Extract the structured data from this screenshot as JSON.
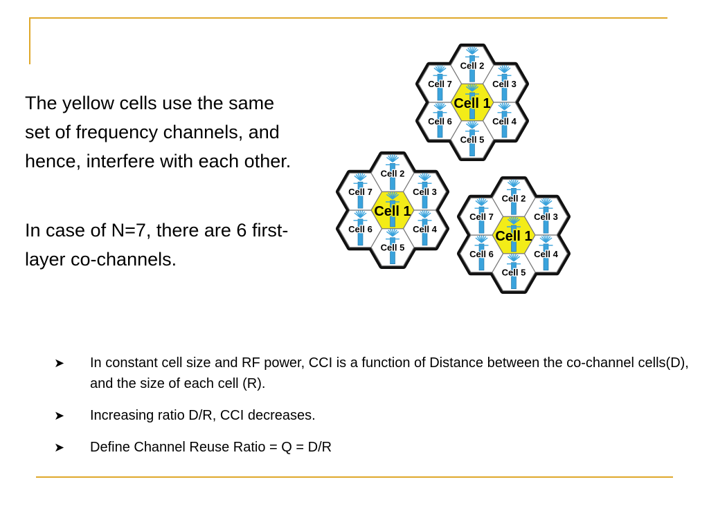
{
  "left_text": {
    "paragraph_1": "The yellow cells use the same set of frequency channels, and hence, interfere with each other.",
    "paragraph_2": "In case of N=7, there are 6 first-layer co-channels."
  },
  "bullets": [
    {
      "text": "In constant cell size and RF power, CCI is a function of Distance between the co-channel cells(D), and the size of each cell (R)."
    },
    {
      "text": "Increasing ratio D/R, CCI decreases."
    },
    {
      "text": "Define Channel Reuse Ratio = Q = D/R"
    }
  ],
  "bullet_icon": "arrowhead-bullet-icon",
  "colors": {
    "accent_line": "#dfa82a",
    "co_channel_cell": "#f3ec18",
    "normal_cell": "#ffffff",
    "antenna": "#3aa3dc"
  },
  "diagram": {
    "clusters": [
      {
        "name": "top-cluster",
        "cells": [
          {
            "label": "Cell 1",
            "co_channel": true
          },
          {
            "label": "Cell 2"
          },
          {
            "label": "Cell 3"
          },
          {
            "label": "Cell 4"
          },
          {
            "label": "Cell 5"
          },
          {
            "label": "Cell 6"
          },
          {
            "label": "Cell 7"
          }
        ]
      },
      {
        "name": "left-cluster",
        "cells": [
          {
            "label": "Cell 1",
            "co_channel": true
          },
          {
            "label": "Cell 2"
          },
          {
            "label": "Cell 3"
          },
          {
            "label": "Cell 4"
          },
          {
            "label": "Cell 5"
          },
          {
            "label": "Cell 6"
          },
          {
            "label": "Cell 7"
          }
        ]
      },
      {
        "name": "right-cluster",
        "cells": [
          {
            "label": "Cell 1",
            "co_channel": true
          },
          {
            "label": "Cell 2"
          },
          {
            "label": "Cell 3"
          },
          {
            "label": "Cell 4"
          },
          {
            "label": "Cell 5"
          },
          {
            "label": "Cell 6"
          },
          {
            "label": "Cell 7"
          }
        ]
      }
    ]
  }
}
